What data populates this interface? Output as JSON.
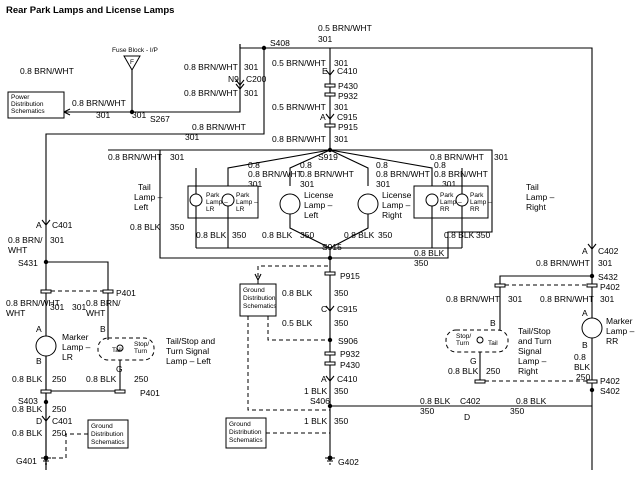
{
  "title": "Rear Park Lamps and License Lamps",
  "splices": {
    "s408": "S408",
    "s267": "S267",
    "s919": "S919",
    "s915": "S915",
    "s431": "S431",
    "s432": "S432",
    "s906": "S906",
    "s403": "S403",
    "s406": "S406",
    "s402": "S402"
  },
  "connectors": {
    "c410": "C410",
    "c200": "C200",
    "n9": "N9",
    "c915": "C915",
    "p430": "P430",
    "p932": "P932",
    "p915": "P915",
    "c401": "C401",
    "c402": "C402",
    "p401": "P401",
    "p402": "P402",
    "e": "E",
    "a": "A",
    "b": "B",
    "c": "C",
    "d": "D",
    "g": "G"
  },
  "grounds": {
    "g401": "G401",
    "g402": "G402"
  },
  "wires": {
    "brnwht": "0.8 BRN/WHT",
    "brnwht_small": "0.5 BRN/WHT",
    "brn_slash": "0.8 BRN/",
    "wht": "WHT",
    "blk": "0.8 BLK",
    "blk_small": "0.5 BLK",
    "blk_1": "1 BLK",
    "blk_short": "BLK",
    "num_08": "0.8",
    "c301": "301",
    "c350": "350",
    "c250": "250"
  },
  "boxes": {
    "fuse": "Fuse Block - I/P",
    "fuse_letter": "F",
    "power1": "Power",
    "power2": "Distribution",
    "power3": "Schematics",
    "ground1": "Ground",
    "ground2": "Distribution",
    "ground3": "Schematics"
  },
  "lamps": {
    "tail_left_1": "Tail",
    "tail_left_2": "Lamp –",
    "tail_left_3": "Left",
    "park_1": "Park",
    "park_2": "Lamp –",
    "park_lr": "LR",
    "park_rr": "RR",
    "lic_1": "License",
    "lic_2": "Lamp –",
    "lic_left": "Left",
    "lic_right": "Right",
    "tail_right_1": "Tail",
    "tail_right_2": "Lamp –",
    "tail_right_3": "Right",
    "marker_1": "Marker",
    "marker_2": "Lamp –",
    "marker_lr": "LR",
    "marker_rr": "RR",
    "tst_1": "Tail/Stop and",
    "tst_2": "Turn Signal",
    "tst_3": "Lamp – Left",
    "tst_r1": "Tail/Stop",
    "tst_r2": "and Turn",
    "tst_r3": "Signal",
    "tst_r4": "Lamp –",
    "tst_r5": "Right",
    "inner_tail": "Tail",
    "inner_stop": "Stop/",
    "inner_turn": "Turn",
    "inner_stop2": "Stop/",
    "inner_turn2": "Turn"
  }
}
